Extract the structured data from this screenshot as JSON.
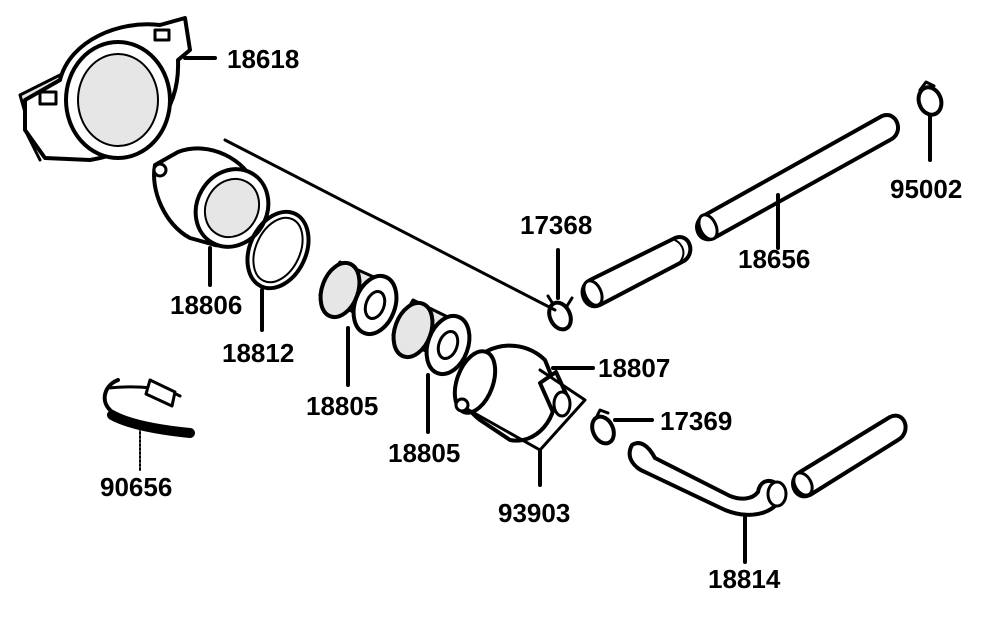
{
  "colors": {
    "ink": "#000000",
    "paper": "#ffffff",
    "shade": "#e6e6e6"
  },
  "callouts": {
    "p18618": "18618",
    "p95002": "95002",
    "p17368": "17368",
    "p18656": "18656",
    "p18806": "18806",
    "p18812": "18812",
    "p18805a": "18805",
    "p18805b": "18805",
    "p18807": "18807",
    "p17369": "17369",
    "p90656": "90656",
    "p93903": "93903",
    "p18814": "18814"
  }
}
